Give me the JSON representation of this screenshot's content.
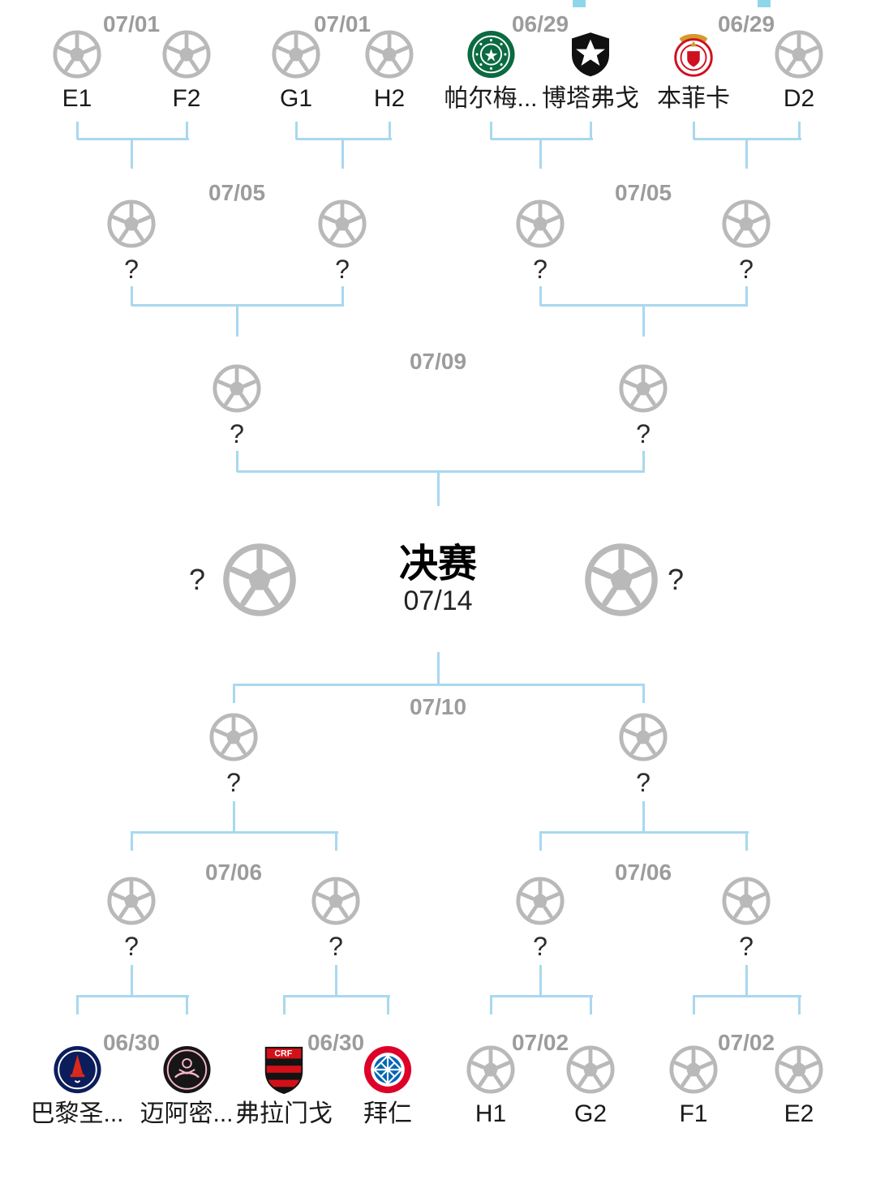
{
  "colors": {
    "connector": "#a9d8ef",
    "date_text": "#9c9c9c",
    "ball": "#b9b9b9",
    "team_text": "#1a1a1a"
  },
  "final": {
    "title": "决赛",
    "date": "07/14",
    "left": "?",
    "right": "?"
  },
  "top_bracket": {
    "round_of_16": [
      {
        "date": "07/01",
        "home": {
          "label": "E1",
          "icon": "soccer-ball-icon"
        },
        "away": {
          "label": "F2",
          "icon": "soccer-ball-icon"
        }
      },
      {
        "date": "07/01",
        "home": {
          "label": "G1",
          "icon": "soccer-ball-icon"
        },
        "away": {
          "label": "H2",
          "icon": "soccer-ball-icon"
        }
      },
      {
        "date": "06/29",
        "home": {
          "label": "帕尔梅...",
          "icon": "palmeiras-logo"
        },
        "away": {
          "label": "博塔弗戈",
          "icon": "botafogo-logo"
        }
      },
      {
        "date": "06/29",
        "home": {
          "label": "本菲卡",
          "icon": "benfica-logo"
        },
        "away": {
          "label": "D2",
          "icon": "soccer-ball-icon"
        }
      }
    ],
    "quarterfinals": [
      {
        "date": "07/05",
        "home": "?",
        "away": "?"
      },
      {
        "date": "07/05",
        "home": "?",
        "away": "?"
      }
    ],
    "semifinal": {
      "date": "07/09",
      "home": "?",
      "away": "?"
    }
  },
  "bottom_bracket": {
    "semifinal": {
      "date": "07/10",
      "home": "?",
      "away": "?"
    },
    "quarterfinals": [
      {
        "date": "07/06",
        "home": "?",
        "away": "?"
      },
      {
        "date": "07/06",
        "home": "?",
        "away": "?"
      }
    ],
    "round_of_16": [
      {
        "date": "06/30",
        "home": {
          "label": "巴黎圣...",
          "icon": "psg-logo"
        },
        "away": {
          "label": "迈阿密...",
          "icon": "inter-miami-logo"
        }
      },
      {
        "date": "06/30",
        "home": {
          "label": "弗拉门戈",
          "icon": "flamengo-logo"
        },
        "away": {
          "label": "拜仁",
          "icon": "bayern-logo"
        }
      },
      {
        "date": "07/02",
        "home": {
          "label": "H1",
          "icon": "soccer-ball-icon"
        },
        "away": {
          "label": "G2",
          "icon": "soccer-ball-icon"
        }
      },
      {
        "date": "07/02",
        "home": {
          "label": "F1",
          "icon": "soccer-ball-icon"
        },
        "away": {
          "label": "E2",
          "icon": "soccer-ball-icon"
        }
      }
    ]
  }
}
